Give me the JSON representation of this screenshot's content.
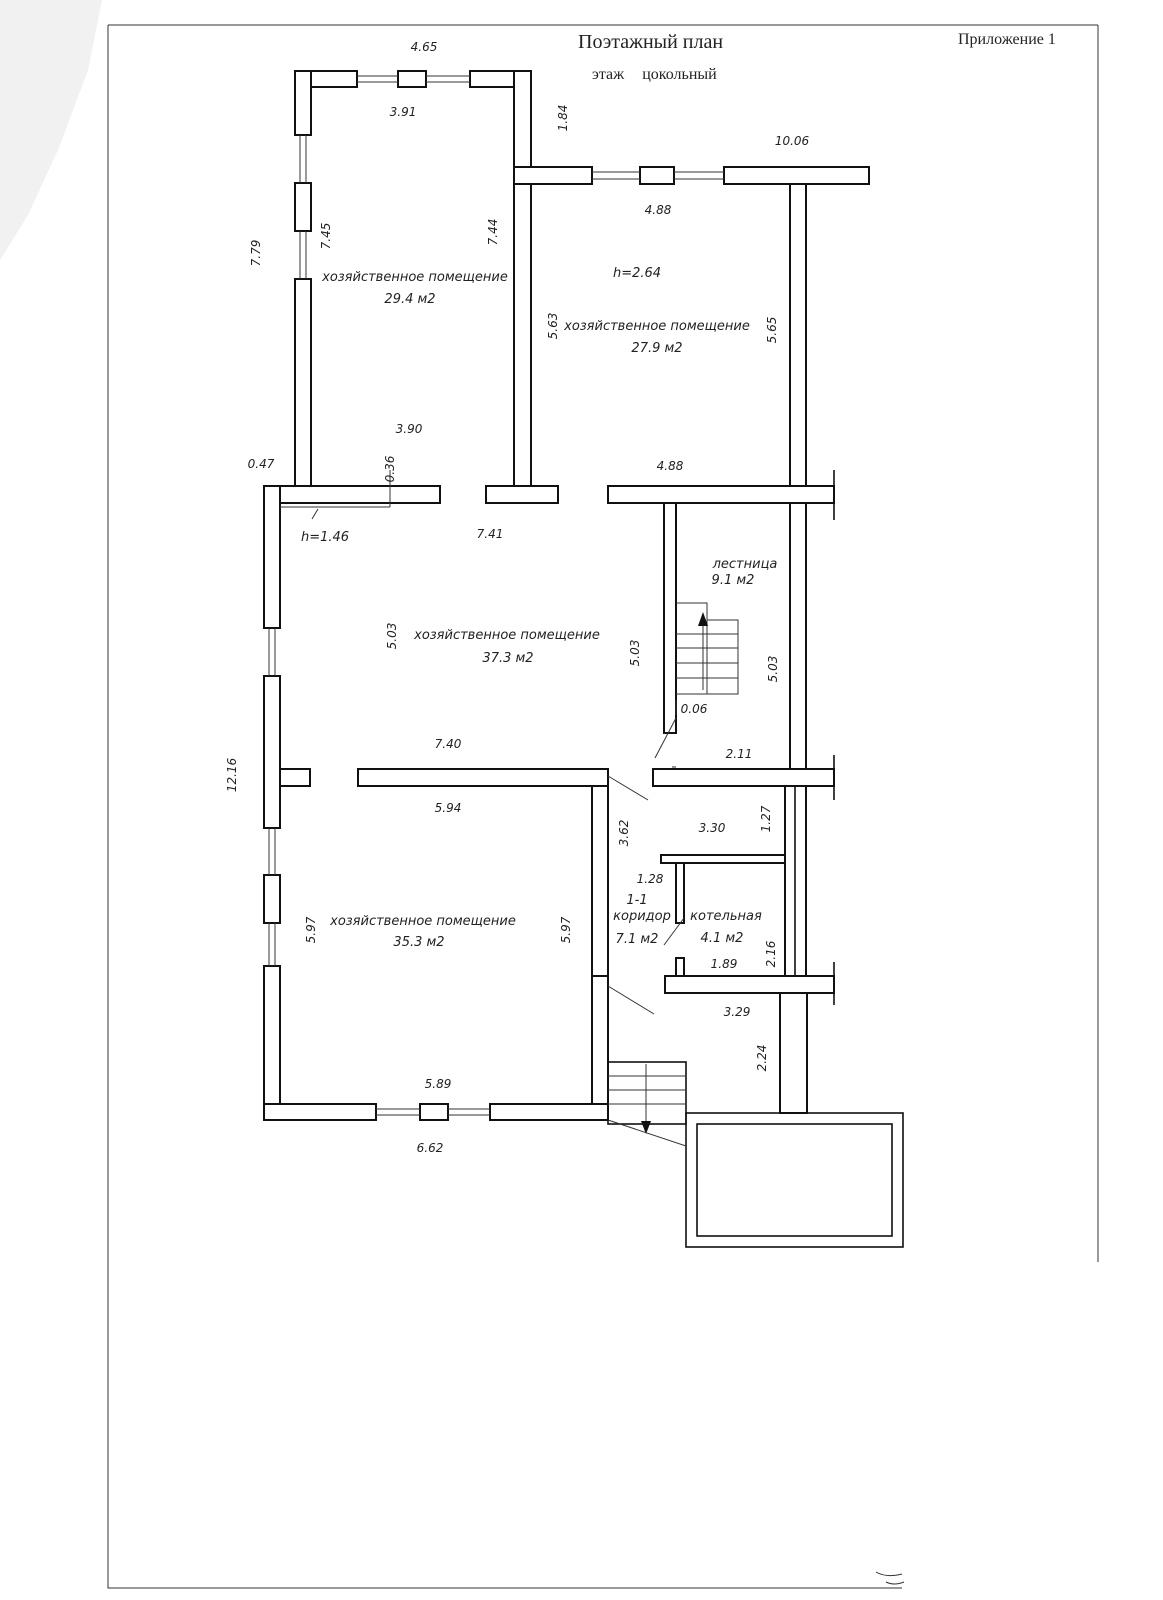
{
  "header": {
    "title": "Поэтажный план",
    "floor_prefix": "этаж",
    "floor_name": "цокольный",
    "appendix": "Приложение 1"
  },
  "rooms": [
    {
      "id": "room1",
      "name": "хозяйственное помещение",
      "area": "29.4 м2"
    },
    {
      "id": "room2",
      "name": "хозяйственное помещение",
      "area": "27.9 м2",
      "height": "h=2.64"
    },
    {
      "id": "room3",
      "name": "хозяйственное помещение",
      "area": "37.3 м2",
      "height": "h=1.46"
    },
    {
      "id": "stairs",
      "name": "лестница",
      "area": "9.1 м2"
    },
    {
      "id": "room4",
      "name": "хозяйственное помещение",
      "area": "35.3 м2"
    },
    {
      "id": "corridor",
      "number": "1-1",
      "name": "коридор",
      "area": "7.1 м2"
    },
    {
      "id": "boiler",
      "name": "котельная",
      "area": "4.1 м2"
    }
  ],
  "dimensions": {
    "top_outer": "4.65",
    "room1_top": "3.91",
    "offset_184": "1.84",
    "right_outer": "10.06",
    "room2_top": "4.88",
    "left_outer_779": "7.79",
    "room1_left": "7.45",
    "room1_right": "7.44",
    "room2_left": "5.63",
    "room2_right": "5.65",
    "room1_bottom": "3.90",
    "room2_bottom": "4.88",
    "step_047": "0.47",
    "step_036": "0.36",
    "room3_top": "7.41",
    "room3_left": "5.03",
    "room3_right": "5.03",
    "stairs_right": "5.03",
    "stairs_gap": "0.06",
    "room3_bottom": "7.40",
    "stairs_bottom": "2.11",
    "left_outer_1216": "12.16",
    "corridor_362": "3.62",
    "boiler_330": "3.30",
    "boiler_127": "1.27",
    "room4_top": "5.94",
    "corridor_128": "1.28",
    "room4_left": "5.97",
    "room4_right": "5.97",
    "boiler_216": "2.16",
    "boiler_bottom": "1.89",
    "entry_329": "3.29",
    "entry_224": "2.24",
    "room4_bottom": "5.89",
    "bottom_outer": "6.62"
  }
}
